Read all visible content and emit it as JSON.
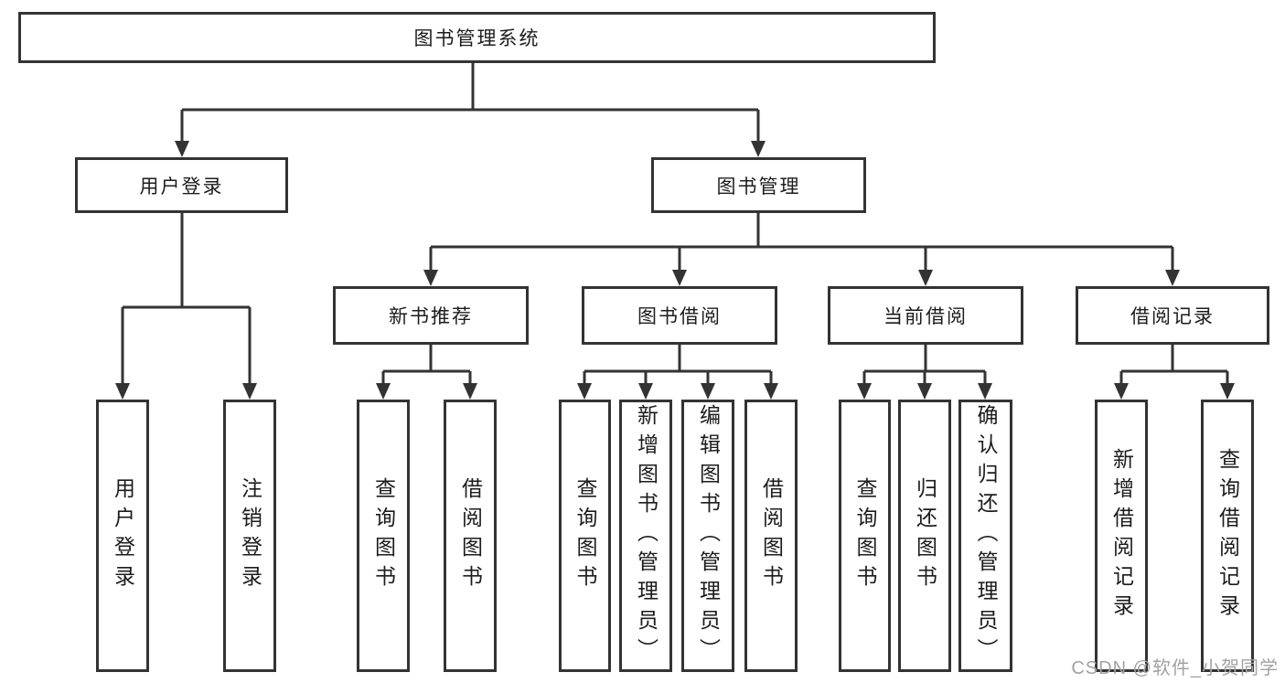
{
  "tree": {
    "root": {
      "label": "图书管理系统"
    },
    "branches": [
      {
        "label": "用户登录",
        "children": [
          {
            "label": "用户登录"
          },
          {
            "label": "注销登录"
          }
        ]
      },
      {
        "label": "图书管理",
        "children": [
          {
            "label": "新书推荐",
            "children": [
              {
                "label": "查询图书"
              },
              {
                "label": "借阅图书"
              }
            ]
          },
          {
            "label": "图书借阅",
            "children": [
              {
                "label": "查询图书"
              },
              {
                "label": "新增图书（管理员）"
              },
              {
                "label": "编辑图书（管理员）"
              },
              {
                "label": "借阅图书"
              }
            ]
          },
          {
            "label": "当前借阅",
            "children": [
              {
                "label": "查询图书"
              },
              {
                "label": "归还图书"
              },
              {
                "label": "确认归还（管理员）"
              }
            ]
          },
          {
            "label": "借阅记录",
            "children": [
              {
                "label": "新增借阅记录"
              },
              {
                "label": "查询借阅记录"
              }
            ]
          }
        ]
      }
    ]
  },
  "watermark": {
    "text": "CSDN @软件_小贺同学"
  },
  "colors": {
    "line": "#333333",
    "text": "#1c1c1c",
    "watermark": "#a2a2a2",
    "background": "#ffffff"
  }
}
